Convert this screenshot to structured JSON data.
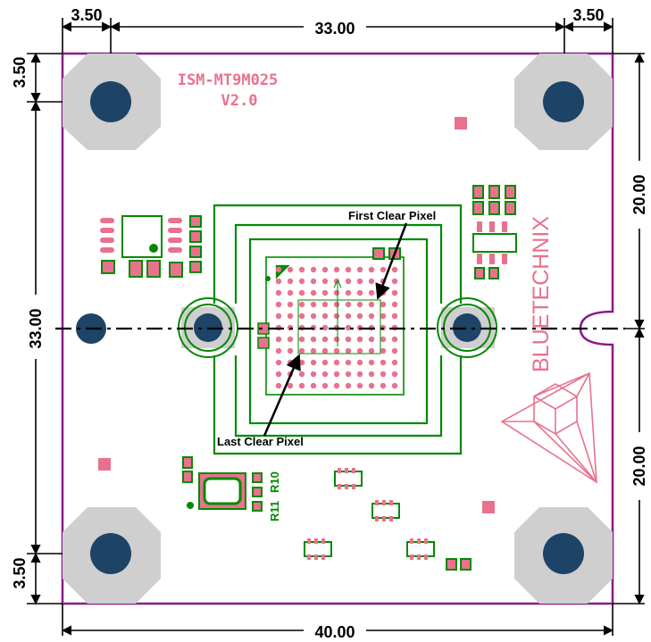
{
  "board": {
    "model": "ISM-MT9M025",
    "version": "V2.0",
    "brand": "BLUETECHNIX",
    "resistor_labels": [
      "R11",
      "R10"
    ]
  },
  "annotations": {
    "first_clear_pixel": "First Clear Pixel",
    "last_clear_pixel": "Last Clear Pixel"
  },
  "dimensions": {
    "top_left": "3.50",
    "top_center": "33.00",
    "top_right": "3.50",
    "left_top": "3.50",
    "left_center": "33.00",
    "left_bottom": "3.50",
    "right_upper": "20.00",
    "right_lower": "20.00",
    "bottom": "40.00"
  },
  "colors": {
    "board_outline": "#8a1a8a",
    "mount_pad": "#cfcfcf",
    "mount_hole": "#1d4466",
    "copper": "#008a00",
    "silkscreen": "#e8728e"
  }
}
